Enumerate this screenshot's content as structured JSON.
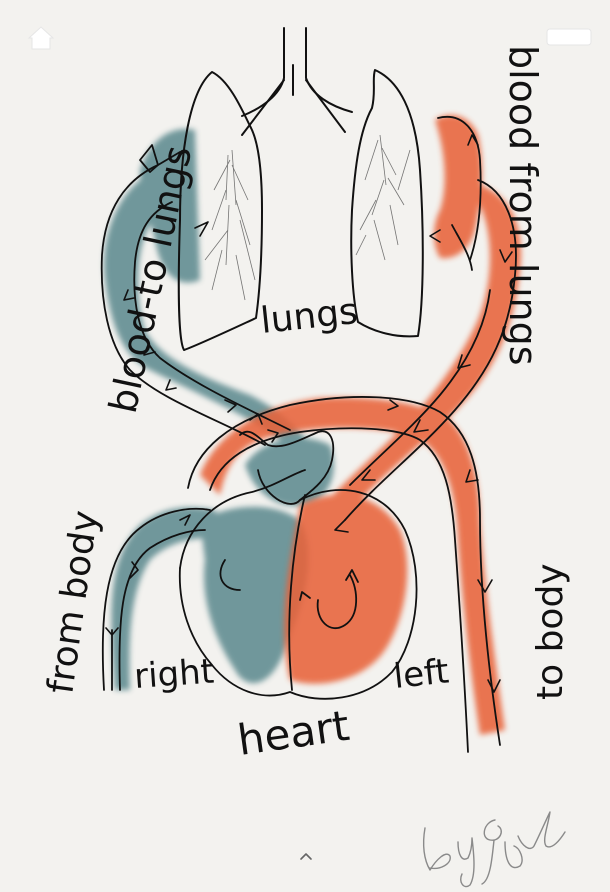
{
  "diagram": {
    "labels": {
      "lungs": "lungs",
      "blood_to_lungs": "blood-to lungs",
      "blood_from_lungs": "blood from lungs",
      "from_body": "from body",
      "to_body": "to body",
      "right": "right",
      "left": "left",
      "heart": "heart"
    },
    "signature": "by fgve"
  },
  "colors": {
    "deoxygenated": "#5f8b90",
    "oxygenated": "#e8643a",
    "ink": "#111111",
    "background": "#f3f2ef"
  },
  "ui": {
    "home_icon": "home-icon",
    "menu_icon": "menu-icon",
    "expand_icon": "chevron-up-icon"
  }
}
